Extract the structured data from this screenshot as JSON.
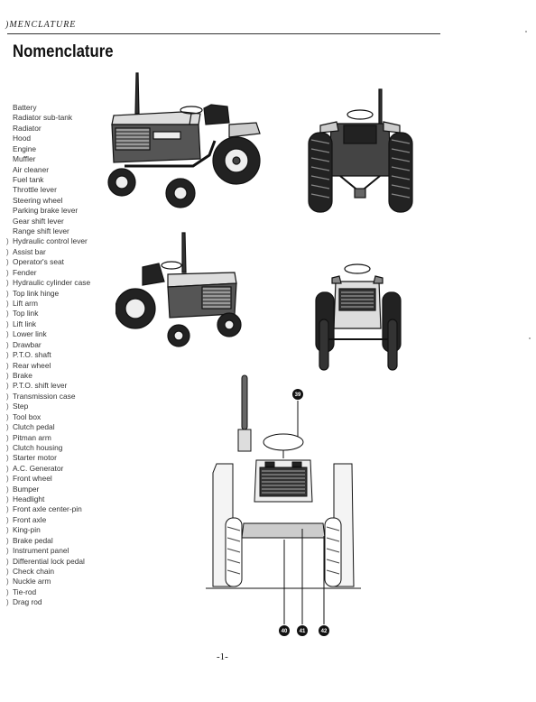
{
  "header": {
    "running_head": ")MENCLATURE",
    "title": "Nomenclature"
  },
  "parts": [
    "Battery",
    "Radiator sub-tank",
    "Radiator",
    "Hood",
    "Engine",
    "Muffler",
    "Air cleaner",
    "Fuel tank",
    "Throttle lever",
    "Steering wheel",
    "Parking brake lever",
    "Gear shift lever",
    "Range shift lever",
    "Hydraulic control lever",
    "Assist bar",
    "Operator's seat",
    "Fender",
    "Hydraulic cylinder case",
    "Top link hinge",
    "Lift arm",
    "Top link",
    "Lift link",
    "Lower link",
    "Drawbar",
    "P.T.O. shaft",
    "Rear wheel",
    "Brake",
    "P.T.O. shift lever",
    "Transmission case",
    "Step",
    "Tool box",
    "Clutch pedal",
    "Pitman arm",
    "Clutch housing",
    "Starter motor",
    "A.C. Generator",
    "Front wheel",
    "Bumper",
    "Headlight",
    "Front axle center-pin",
    "Front axle",
    "King-pin",
    "Brake pedal",
    "Instrument panel",
    "Differential lock pedal",
    "Check chain",
    "Nuckle arm",
    "Tie-rod",
    "Drag rod"
  ],
  "callouts": {
    "top": "39",
    "bottom": [
      "40",
      "41",
      "42"
    ]
  },
  "footer": {
    "page_number": "-1-"
  }
}
